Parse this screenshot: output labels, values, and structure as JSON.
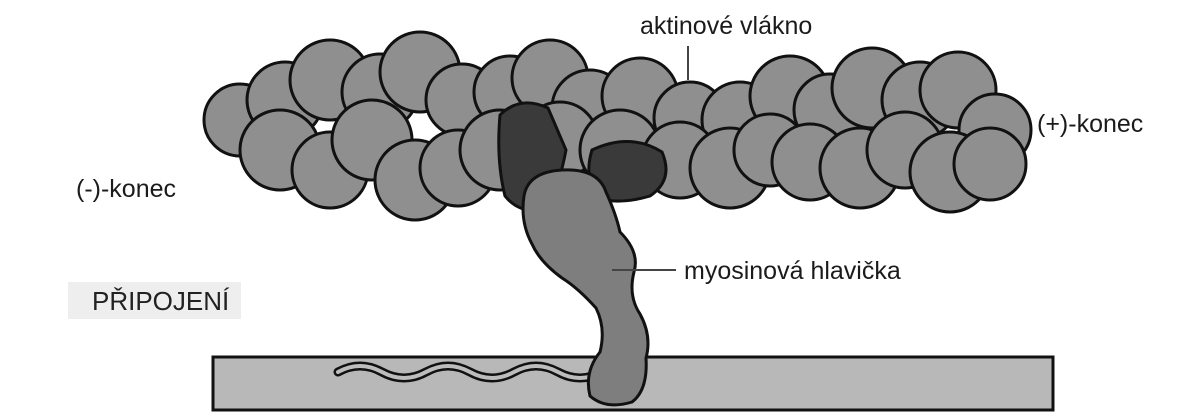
{
  "labels": {
    "actin_filament": "aktinové vlákno",
    "plus_end": "(+)-konec",
    "minus_end": "(-)-konec",
    "myosin_head": "myosinová hlavička",
    "stage": "PŘIPOJENÍ"
  },
  "colors": {
    "actin_subunit": "#8f8f8f",
    "actin_binding_site": "#3a3a3a",
    "myosin_head": "#7e7e7e",
    "myosin_base": "#b8b8b8",
    "outline": "#111111",
    "stage_box": "#eeeeee"
  }
}
